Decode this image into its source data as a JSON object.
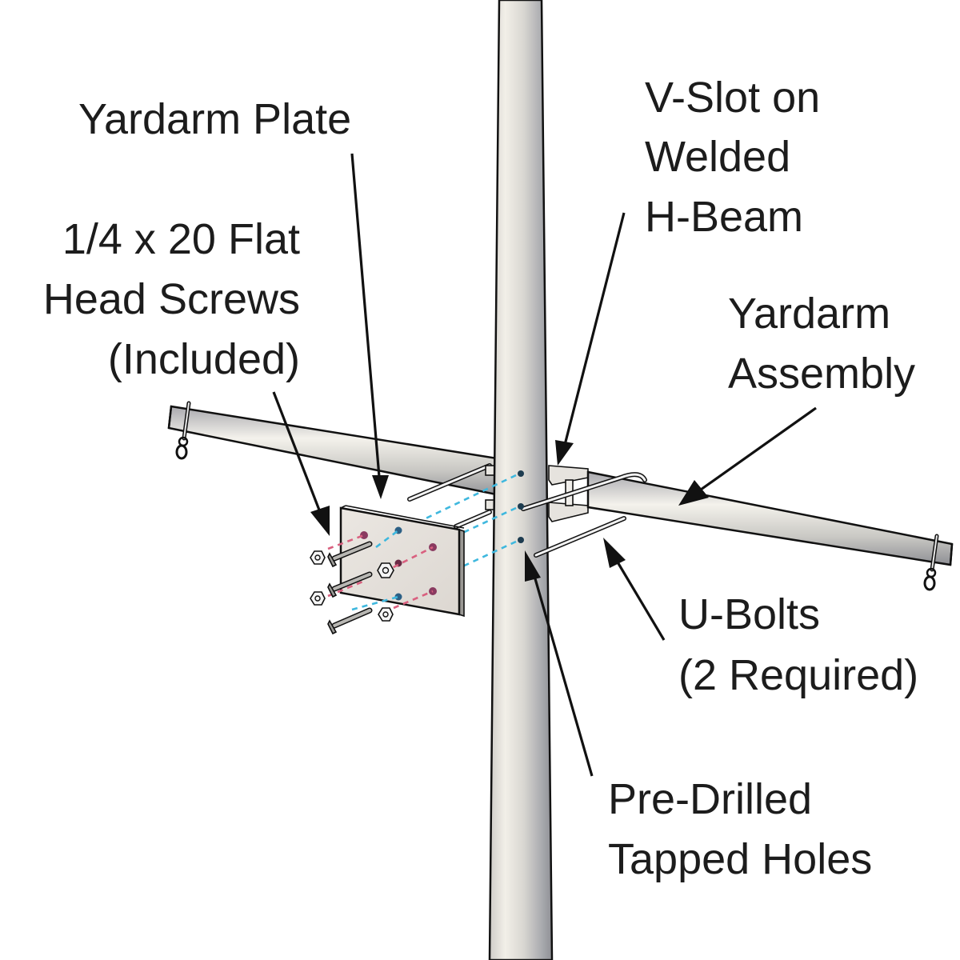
{
  "diagram": {
    "type": "exploded assembly illustration",
    "subject": "Flagpole yardarm mounting",
    "labels": {
      "yardarm_plate": [
        "Yardarm Plate"
      ],
      "screws": [
        "1/4 x 20 Flat",
        "Head Screws",
        "(Included)"
      ],
      "v_slot": [
        "V-Slot on",
        "Welded",
        "H-Beam"
      ],
      "yardarm_assembly": [
        "Yardarm",
        "Assembly"
      ],
      "u_bolts": [
        "U-Bolts",
        "(2 Required)"
      ],
      "tapped_holes": [
        "Pre-Drilled",
        "Tapped Holes"
      ]
    },
    "components": [
      {
        "name": "Flagpole",
        "icon": "pole-shape"
      },
      {
        "name": "Yardarm Assembly",
        "icon": "tapered-tube-shape"
      },
      {
        "name": "Yardarm Plate",
        "icon": "plate-shape"
      },
      {
        "name": "Welded H-Beam",
        "icon": "h-beam-shape"
      },
      {
        "name": "U-Bolts",
        "count": 2,
        "icon": "u-bolt-shape"
      },
      {
        "name": "Flat Head Screws",
        "count": 3,
        "icon": "screw-shape"
      },
      {
        "name": "Hex Nuts",
        "count": 5,
        "icon": "hex-nut-shape"
      },
      {
        "name": "Snap Hooks",
        "count": 2,
        "icon": "snap-hook-shape"
      }
    ],
    "colors": {
      "background": "#ffffff",
      "metal_light": "#f1efe9",
      "metal_dark": "#9d9ea3",
      "plate": "#e6e1dc",
      "hole_line_blue": "#3fb8de",
      "hole_line_pink": "#d9607f",
      "text": "#1c1c1c"
    }
  }
}
